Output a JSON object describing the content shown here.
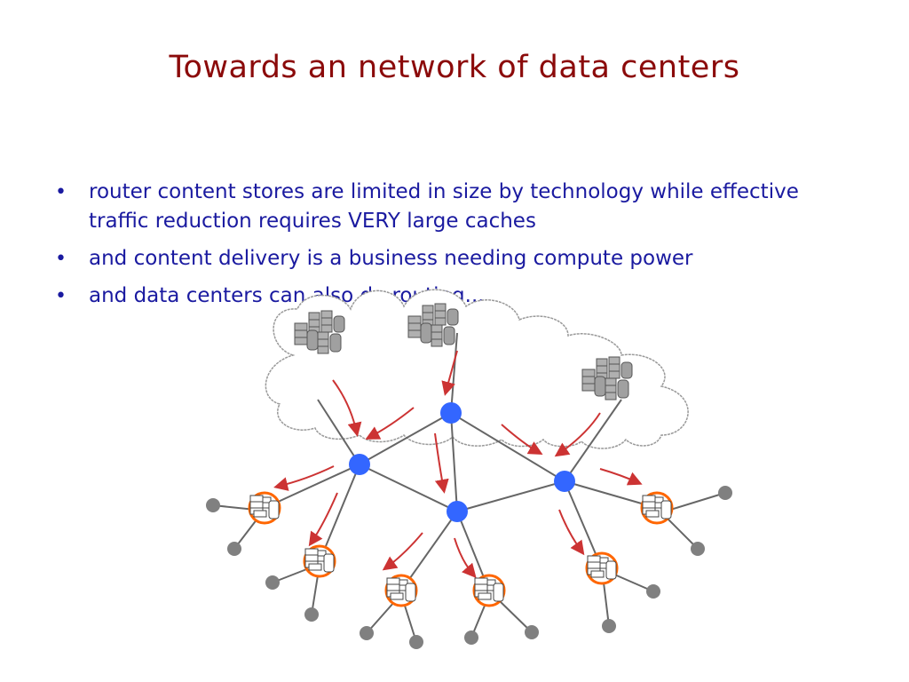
{
  "slide": {
    "title": "Towards an network of data centers",
    "bullets": [
      "router content stores are limited in size by technology while effective traffic reduction requires VERY large caches",
      "and content delivery is a business needing compute power",
      "and data centers can also do routing..."
    ]
  },
  "diagram": {
    "colors": {
      "router": "#3366ff",
      "host": "#808080",
      "arrow": "#cc3333",
      "link": "#666666",
      "cloud": "#999999",
      "server_outline": "#ff6600"
    }
  }
}
